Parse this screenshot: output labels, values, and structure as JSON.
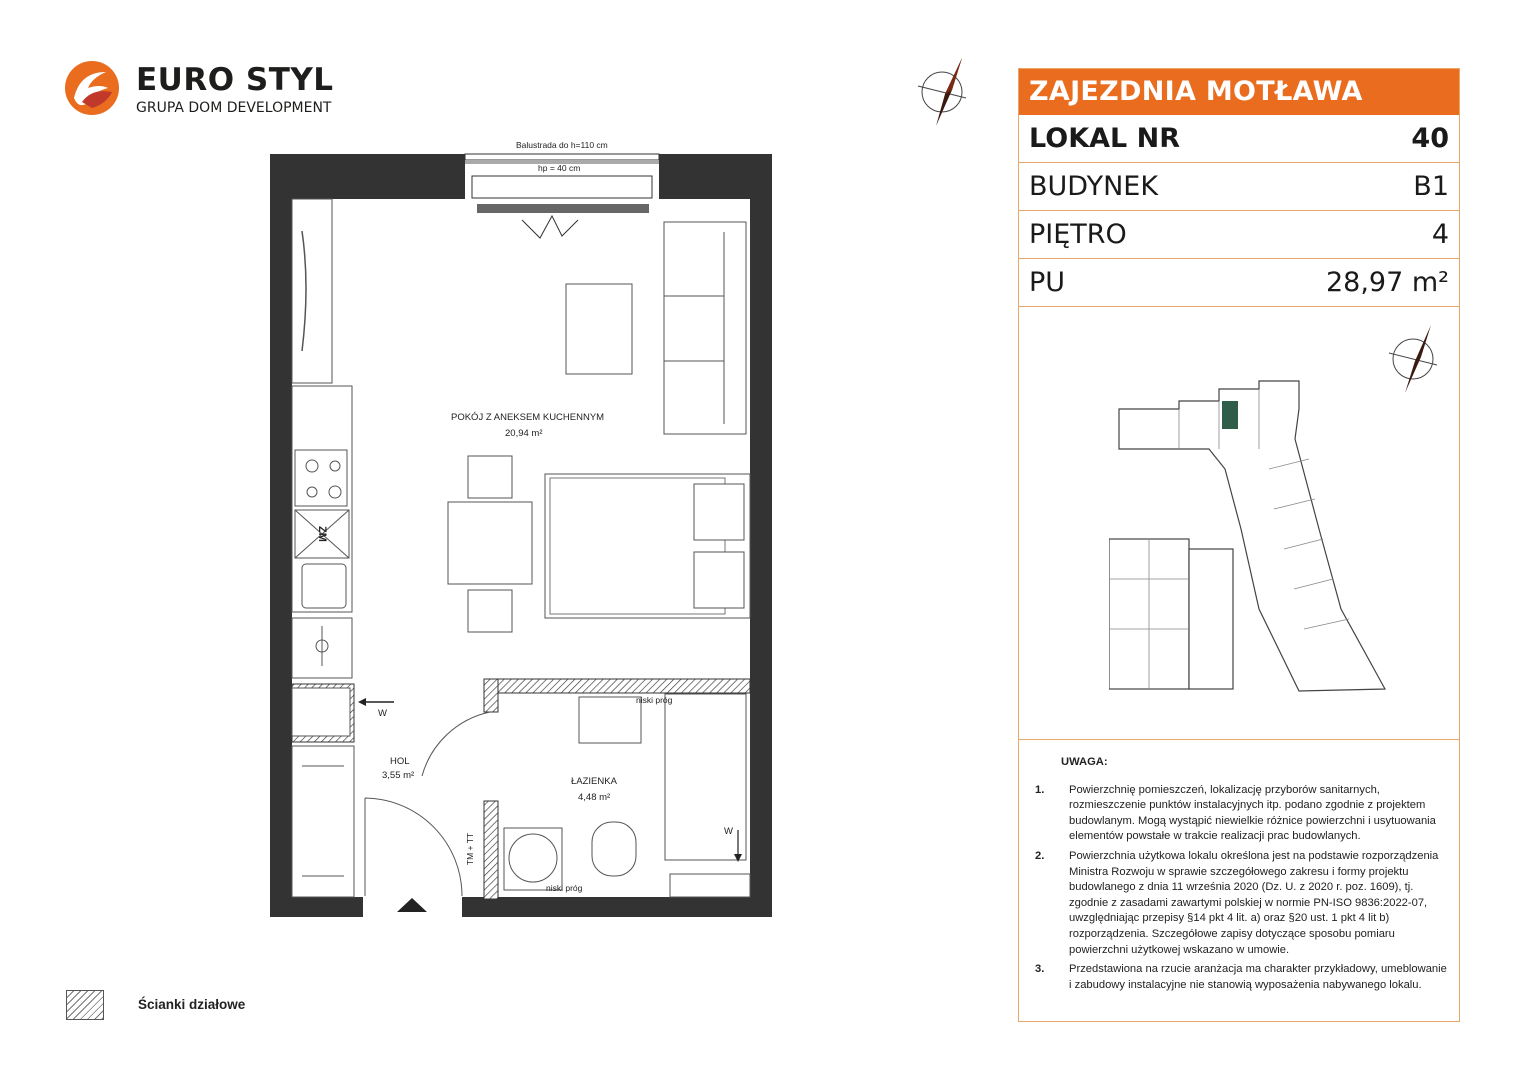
{
  "logo": {
    "name": "EURO STYL",
    "subtitle": "GRUPA DOM DEVELOPMENT"
  },
  "colors": {
    "accent": "#ea6c1f",
    "border": "#e7a868",
    "wall": "#333333",
    "highlight": "#2f5f4a"
  },
  "plan": {
    "balustrade": "Balustrada do h=110 cm",
    "hp": "hp = 40 cm",
    "room_main": {
      "name": "POKÓJ Z ANEKSEM KUCHENNYM",
      "area": "20,94 m²"
    },
    "room_hall": {
      "name": "HOL",
      "area": "3,55 m²"
    },
    "room_bath": {
      "name": "ŁAZIENKA",
      "area": "4,48 m²"
    },
    "low_threshold": "niski próg",
    "w_label": "W",
    "tm_label": "TM + TT",
    "zm_label": "ZM"
  },
  "info": {
    "project": "ZAJEZDNIA MOTŁAWA",
    "rows": [
      {
        "label": "LOKAL NR",
        "value": "40"
      },
      {
        "label": "BUDYNEK",
        "value": "B1"
      },
      {
        "label": "PIĘTRO",
        "value": "4"
      },
      {
        "label": "PU",
        "value": "28,97 m²"
      }
    ]
  },
  "notes": {
    "title": "UWAGA:",
    "items": [
      {
        "num": "1.",
        "text": "Powierzchnię pomieszczeń, lokalizację przyborów sanitarnych, rozmieszczenie  punktów instalacyjnych itp. podano zgodnie z projektem budowlanym. Mogą wystąpić niewielkie różnice powierzchni i usytuowania elementów powstałe w trakcie realizacji prac budowlanych."
      },
      {
        "num": "2.",
        "text": "Powierzchnia użytkowa lokalu określona jest na podstawie rozporządzenia Ministra Rozwoju w sprawie szczegółowego zakresu i formy projektu budowlanego z dnia 11 września 2020 (Dz. U. z 2020 r. poz. 1609), tj. zgodnie z zasadami zawartymi polskiej w normie PN-ISO 9836:2022-07, uwzględniając przepisy §14 pkt 4 lit. a) oraz §20 ust. 1 pkt 4 lit b) rozporządzenia. Szczegółowe zapisy dotyczące sposobu pomiaru powierzchni użytkowej wskazano w umowie."
      },
      {
        "num": "3.",
        "text": "Przedstawiona na rzucie aranżacja ma charakter przykładowy, umeblowanie i zabudowy instalacyjne nie stanowią wyposażenia nabywanego lokalu."
      }
    ]
  },
  "legend": {
    "label": "Ścianki działowe"
  }
}
